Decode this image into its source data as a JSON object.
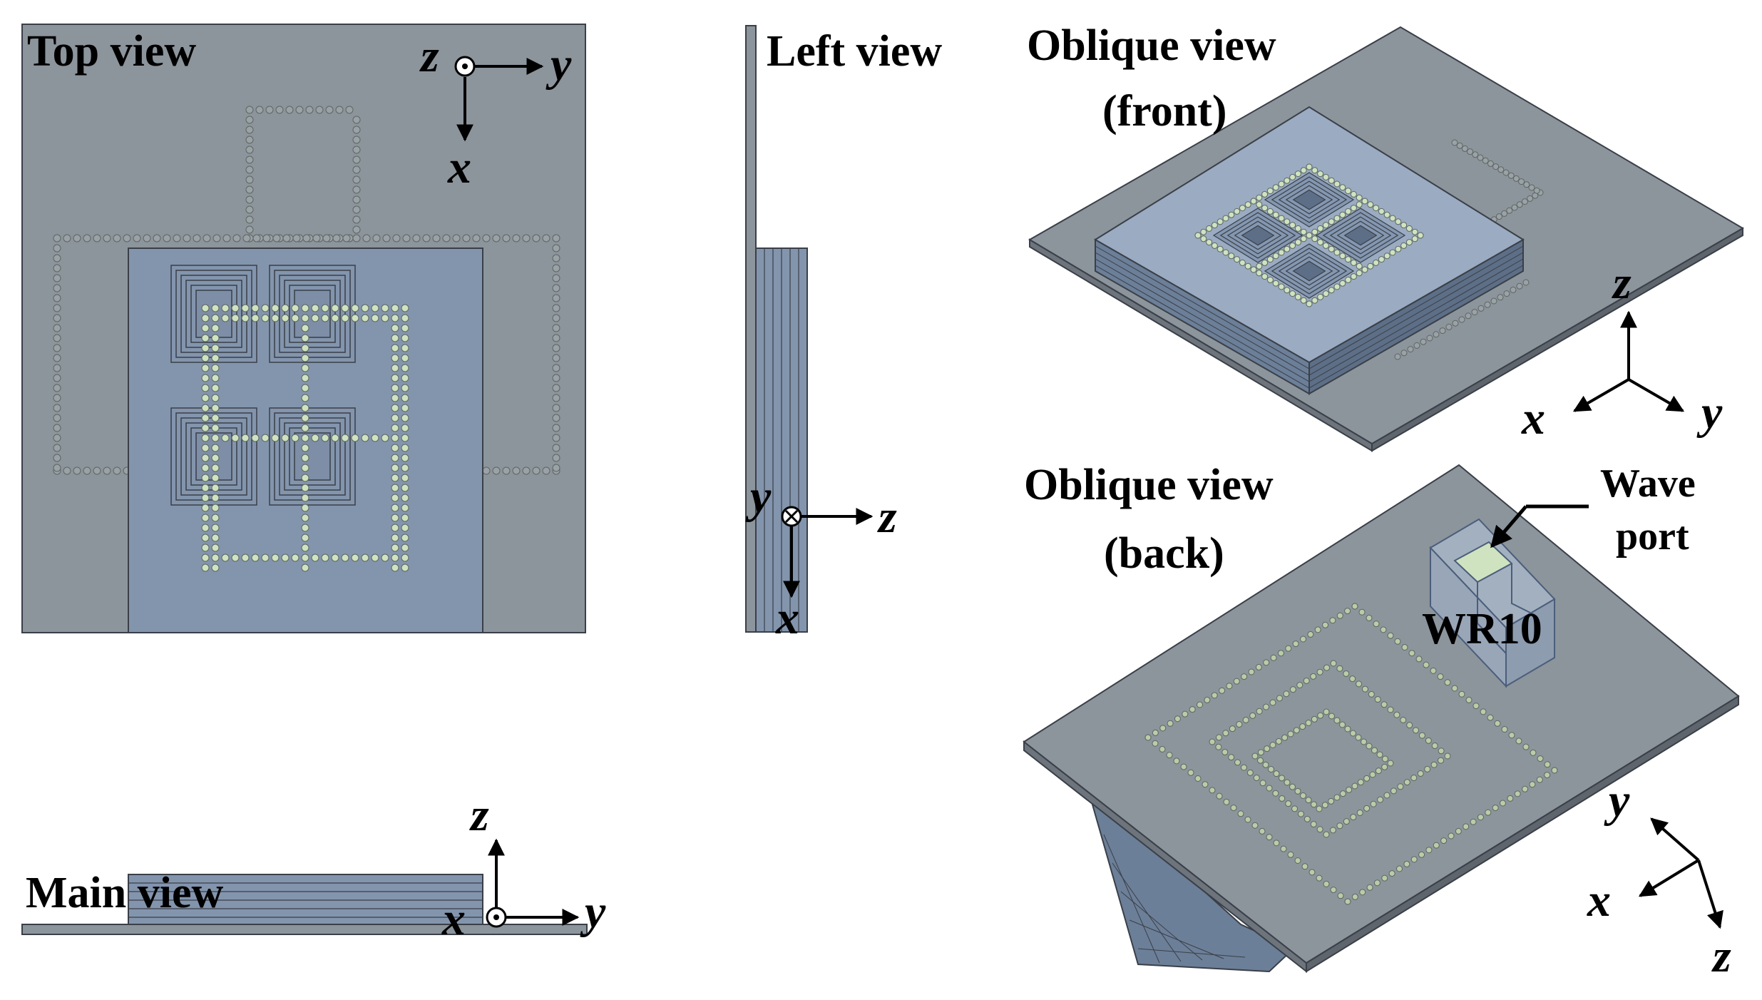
{
  "views": {
    "top": "Top view",
    "left": "Left view",
    "main": "Main view",
    "oblique_front_1": "Oblique view",
    "oblique_front_2": "(front)",
    "oblique_back_1": "Oblique view",
    "oblique_back_2": "(back)"
  },
  "annotations": {
    "wave_1": "Wave",
    "wave_2": "port",
    "wr10": "WR10"
  },
  "axes": {
    "x": "x",
    "y": "y",
    "z": "z"
  },
  "colors": {
    "substrate": "#8c949c",
    "stack": "#8395ad",
    "stack_light": "#9aabc2",
    "via": "#cfe3c0",
    "edge": "#3a3f48"
  }
}
